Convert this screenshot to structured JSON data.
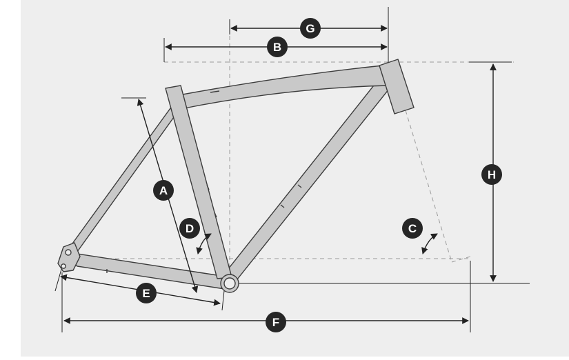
{
  "diagram": {
    "type": "bicycle-frame-geometry",
    "colors": {
      "background": "#eeeeee",
      "panel": "#ffffff",
      "frame_fill": "#c9c9c9",
      "frame_stroke": "#3c3c3c",
      "dimension": "#222222",
      "guide": "#9a9a9a",
      "badge": "#262626",
      "badge_text": "#ffffff"
    },
    "labels": {
      "a": "A",
      "b": "B",
      "c": "C",
      "d": "D",
      "e": "E",
      "f": "F",
      "g": "G",
      "h": "H"
    }
  }
}
